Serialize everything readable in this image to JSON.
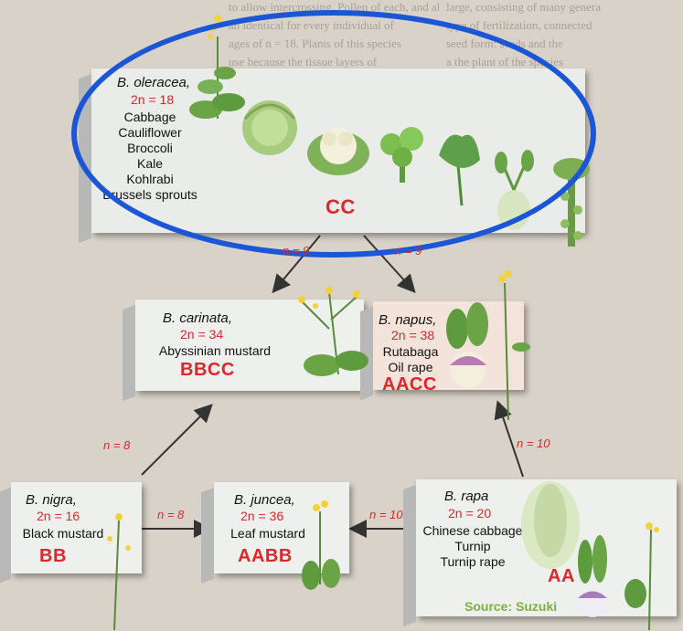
{
  "species": {
    "oleracea": {
      "name": "B. oleracea,",
      "chrom": "2n = 18",
      "common": [
        "Cabbage",
        "Cauliflower",
        "Broccoli",
        "Kale",
        "Kohlrabi",
        "Brussels sprouts"
      ],
      "genome": "CC"
    },
    "carinata": {
      "name": "B. carinata,",
      "chrom": "2n = 34",
      "common": [
        "Abyssinian mustard"
      ],
      "genome": "BBCC"
    },
    "napus": {
      "name": "B. napus,",
      "chrom": "2n = 38",
      "common": [
        "Rutabaga",
        "Oil rape"
      ],
      "genome": "AACC"
    },
    "nigra": {
      "name": "B. nigra,",
      "chrom": "2n = 16",
      "common": [
        "Black mustard"
      ],
      "genome": "BB"
    },
    "juncea": {
      "name": "B. juncea,",
      "chrom": "2n = 36",
      "common": [
        "Leaf mustard"
      ],
      "genome": "AABB"
    },
    "rapa": {
      "name": "B. rapa",
      "chrom": "2n = 20",
      "common": [
        "Chinese cabbage",
        "Turnip",
        "Turnip rape"
      ],
      "genome": "AA"
    }
  },
  "edges": {
    "oleracea_to_carinata": "n = 9",
    "oleracea_to_napus": "n = 9",
    "nigra_to_carinata": "n = 8",
    "nigra_to_juncea": "n = 8",
    "rapa_to_juncea": "n = 10",
    "rapa_to_napus": "n = 10"
  },
  "source": "Source: Suzuki",
  "colors": {
    "ellipse": "#1a56d6",
    "genome": "#e0262a",
    "source": "#7ab23d"
  }
}
